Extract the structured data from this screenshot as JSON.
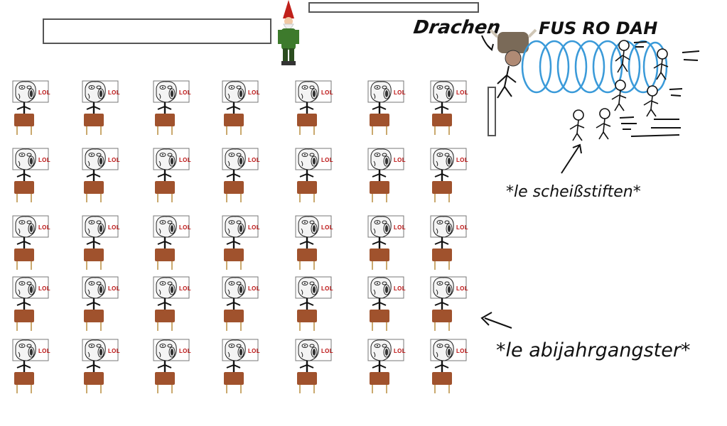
{
  "labels": {
    "drachen": "Drachen",
    "fus_ro_dah": "FUS RO DAH",
    "stiften": "*le scheißstiften*",
    "abi": "*le abijahrgangster*",
    "lol": "LOL"
  },
  "seating": {
    "rows": 5,
    "columns": 7
  },
  "colors": {
    "desk": "#a0522d",
    "lol_text": "#b11111",
    "coil": "#3a9ad9"
  }
}
